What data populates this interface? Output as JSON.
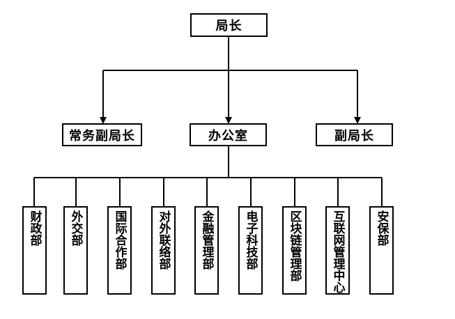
{
  "chief": {
    "label": "局长"
  },
  "executive_deputy": {
    "label": "常务副局长"
  },
  "office": {
    "label": "办公室"
  },
  "deputy": {
    "label": "副局长"
  },
  "departments": [
    {
      "label": "财政部"
    },
    {
      "label": "外交部"
    },
    {
      "label": "国际合作部"
    },
    {
      "label": "对外联络部"
    },
    {
      "label": "金融管理部"
    },
    {
      "label": "电子科技部"
    },
    {
      "label": "区块链管理部"
    },
    {
      "label": "互联网管理中心"
    },
    {
      "label": "安保部"
    }
  ]
}
